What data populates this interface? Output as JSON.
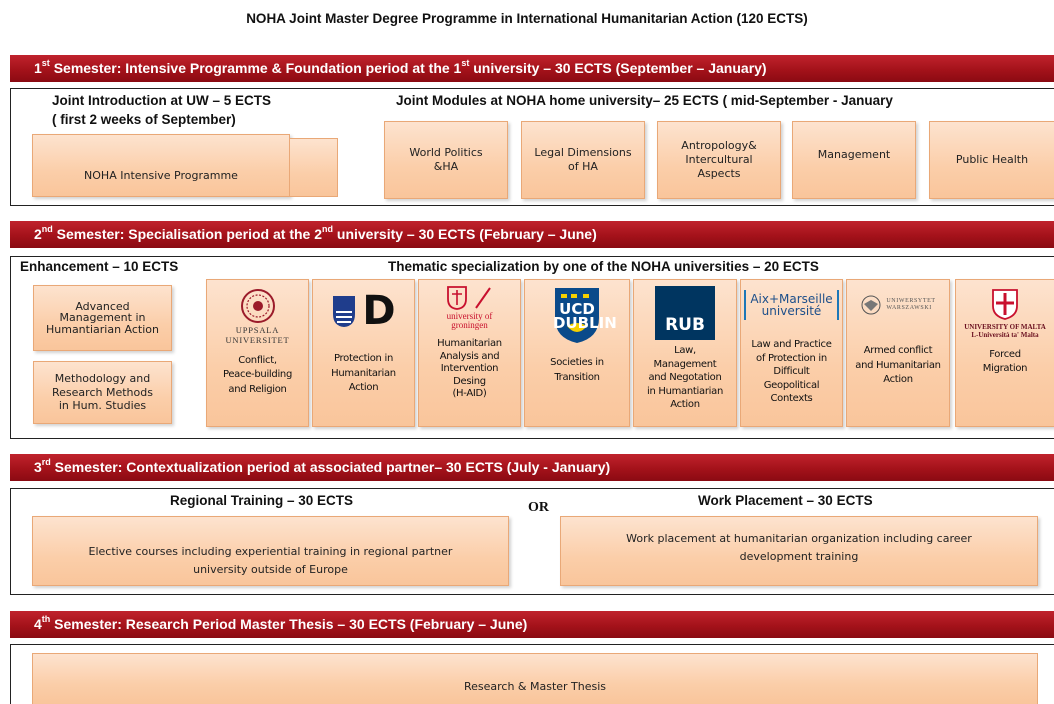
{
  "title": "NOHA Joint Master Degree Programme in International Humanitarian Action (120 ECTS)",
  "s1": {
    "banner": {
      "num": "1",
      "sup": "st",
      "a": " Semester: Intensive Programme  &  Foundation period at the 1",
      "b": " university – 30 ECTS (September – January)"
    },
    "intro_head": "Joint Introduction  at UW – 5 ECTS",
    "intro_sub": "( first 2 weeks of September)",
    "intro_box": "NOHA Intensive Programme",
    "modules_head": "Joint Modules at  NOHA  home university– 25 ECTS ( mid-September - January",
    "modules": [
      "World Politics\n&HA",
      "Legal Dimensions\nof HA",
      "Antropology&\nIntercultural\nAspects",
      "Management",
      "Public Health"
    ]
  },
  "s2": {
    "banner": {
      "num": "2",
      "sup": "nd",
      "a": " Semester: Specialisation period at the 2",
      "b": " university – 30 ECTS (February – June)"
    },
    "enh_head": "Enhancement – 10 ECTS",
    "enh": [
      "Advanced\nManagement in\nHumantiarian Action",
      "Methodology and\nResearch Methods\nin Hum. Studies"
    ],
    "them_head": "Thematic specialization by one of the NOHA universities – 20 ECTS",
    "unis": [
      {
        "logo": "UPPSALA\nUNIVERSITET",
        "text": "Conflict,\nPeace-building\nand Religion"
      },
      {
        "logo": "D",
        "text": "Protection in\nHumanitarian\nAction"
      },
      {
        "logo": "university of\ngroningen",
        "text": "Humanitarian\nAnalysis and\nIntervention\nDesing\n(H-AID)"
      },
      {
        "logo": "UCD\nDUBLIN",
        "text": "Societies in\nTransition"
      },
      {
        "logo": "RUB",
        "text": "Law,\nManagement\nand Negotation\nin Humantiarian\nAction"
      },
      {
        "logo": "Aix+Marseille\nuniversité",
        "text": "Law and Practice\nof Protection in\nDifficult\nGeopolitical\nContexts"
      },
      {
        "logo": "UNIWERSYTET\nWARSZAWSKI",
        "text": "Armed conflict\nand Humanitarian\nAction"
      },
      {
        "logo": "UNIVERSITY OF MALTA\nL-Università ta' Malta",
        "text": "Forced\nMigration"
      }
    ]
  },
  "s3": {
    "banner": {
      "num": "3",
      "sup": "rd",
      "a": " Semester: Contextualization period at associated partner–  30 ECTS (July - January)"
    },
    "reg_head": "Regional Training – 30 ECTS",
    "reg_box": "Elective courses including experiential training in regional partner\nuniversity outside of Europe",
    "or": "OR",
    "work_head": "Work Placement – 30 ECTS",
    "work_box": "Work placement at humanitarian organization including career\ndevelopment training"
  },
  "s4": {
    "banner": {
      "num": "4",
      "sup": "th",
      "a": " Semester: Research Period Master Thesis –  30 ECTS (February – June)"
    },
    "thesis_box": "Research & Master Thesis"
  },
  "colors": {
    "banner": "#a4121a",
    "box": "#fbcea9",
    "box_border": "#e9a877"
  }
}
